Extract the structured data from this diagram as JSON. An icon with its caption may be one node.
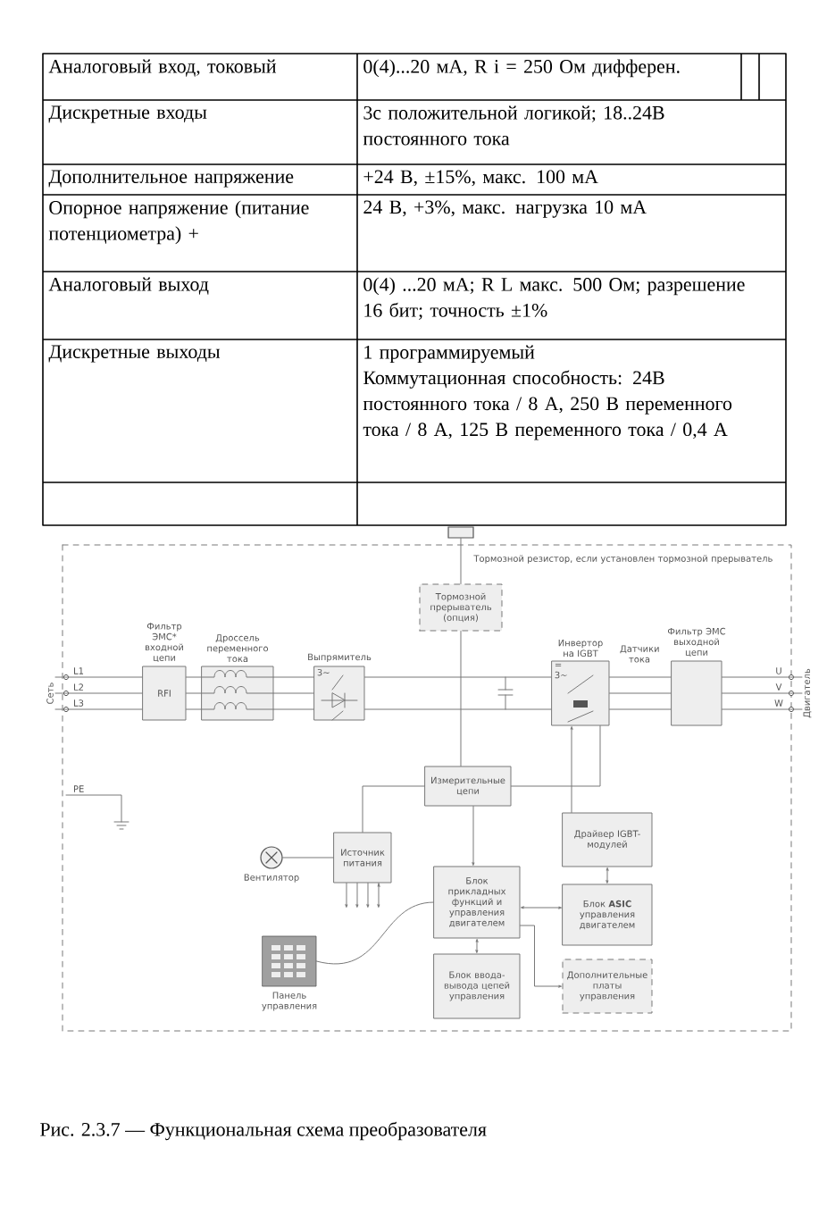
{
  "diagram": {
    "caption": "Рис. 2.3.7 — Функциональная схема преобразователя",
    "nodes": [
      {
        "text": [
          "Сеть"
        ]
      },
      {
        "text": [
          "Фильтр ЭМС* входной цепи",
          "RFI"
        ]
      },
      {
        "text": [
          "Дроссель переменного тока"
        ]
      },
      {
        "text": [
          "Выпрямитель",
          "3~"
        ]
      },
      {
        "text": [
          "Тормозной прерыватель (опция)"
        ]
      },
      {
        "text": [],
        "shape": "box",
        "beside": [
          "Тормозной резистор, если установлен тормозной прерыватель"
        ]
      },
      {
        "text": [
          "Инвертор на IGBT",
          "=",
          "3~"
        ]
      },
      {
        "text": [
          "Фильтр ЭМС выходной цепи"
        ]
      },
      {
        "text": [
          "Двигатель"
        ]
      },
      {
        "text": [
          "Измерительные цепи"
        ]
      },
      {
        "text": [
          "Драйвер IGBT-модулей"
        ]
      },
      {
        "text": [
          "Источник питания"
        ]
      },
      {
        "text": [],
        "shape": "circle",
        "beside": [
          "Вентилятор"
        ]
      },
      {
        "text": [
          "Блок прикладных функций и управления двигателем"
        ]
      },
      {
        "text": [
          "Блок **ASIC** управления двигателем"
        ]
      },
      {
        "text": [],
        "shape": "picture",
        "beside": [
          "Панель управления"
        ]
      },
      {
        "text": [
          "Блок ввода-вывода цепей управления"
        ]
      },
      {
        "text": [
          "Дополнительные платы управления"
        ]
      }
    ],
    "edges": [
      {
        "from": 0,
        "to": 1,
        "arrow": "none"
      },
      {
        "from": 0,
        "to": 1,
        "arrow": "none"
      },
      {
        "from": 0,
        "to": 1,
        "arrow": "none"
      },
      {
        "from": 1,
        "to": 2,
        "arrow": "none"
      },
      {
        "from": 1,
        "to": 2,
        "arrow": "none"
      },
      {
        "from": 1,
        "to": 2,
        "arrow": "none"
      },
      {
        "from": 2,
        "to": 3,
        "arrow": "none"
      },
      {
        "from": 2,
        "to": 3,
        "arrow": "none"
      },
      {
        "from": 2,
        "to": 3,
        "arrow": "none"
      },
      {
        "from": 3,
        "to": 6,
        "arrow": "none"
      },
      {
        "from": 3,
        "to": 6,
        "arrow": "none"
      },
      {
        "from": 6,
        "to": 7,
        "arrow": "none"
      },
      {
        "from": 6,
        "to": 7,
        "arrow": "none"
      },
      {
        "from": 6,
        "to": 7,
        "arrow": "none"
      },
      {
        "from": 7,
        "to": 8,
        "arrow": "none"
      },
      {
        "from": 7,
        "to": 8,
        "arrow": "none"
      },
      {
        "from": 7,
        "to": 8,
        "arrow": "none"
      },
      {
        "from": 4,
        "to": 5,
        "arrow": "none"
      },
      {
        "from": 4,
        "to": 9,
        "arrow": "none"
      },
      {
        "from": 6,
        "to": 9,
        "arrow": "none"
      },
      {
        "from": 10,
        "to": 6,
        "arrow": "to"
      },
      {
        "from": 14,
        "to": 10,
        "arrow": "both"
      },
      {
        "from": 9,
        "to": 13,
        "arrow": "to"
      },
      {
        "from": 13,
        "to": 14,
        "arrow": "both"
      },
      {
        "from": 13,
        "to": 16,
        "arrow": "both"
      },
      {
        "from": 13,
        "to": 17,
        "arrow": "to"
      },
      {
        "from": 9,
        "to": 11,
        "arrow": "none"
      },
      {
        "from": 11,
        "to": 12,
        "arrow": "none"
      },
      {
        "from": 15,
        "to": 13,
        "arrow": "none"
      },
      {
        "from": 11,
        "to": null,
        "arrow": "to"
      }
    ],
    "labels": [
      "Аналоговый вход, токовый",
      "0(4)...20 мА, R i = 250 Ом дифферен.",
      "Дискретные входы",
      "3с положительной логикой; 18..24В постоянного тока",
      "Дополнительное напряжение",
      "+24 В, ±15%, макс. 100 мА",
      "Опорное напряжение (питание потенциометра) +",
      "24 В, +3%, макс. нагрузка 10 мА",
      "Аналоговый выход",
      "0(4) ...20 мА; R L макс. 500 Ом; разрешение 16 бит; точность ±1%",
      "Дискретные выходы",
      "1 программируемый",
      "Коммутационная способность: 24В постоянного тока / 8 А, 250 В переменного тока / 8 А, 125 В переменного тока / 0,4 А",
      "L1",
      "L2",
      "L3",
      "PE",
      "Датчики тока",
      "U",
      "V",
      "W"
    ]
  }
}
